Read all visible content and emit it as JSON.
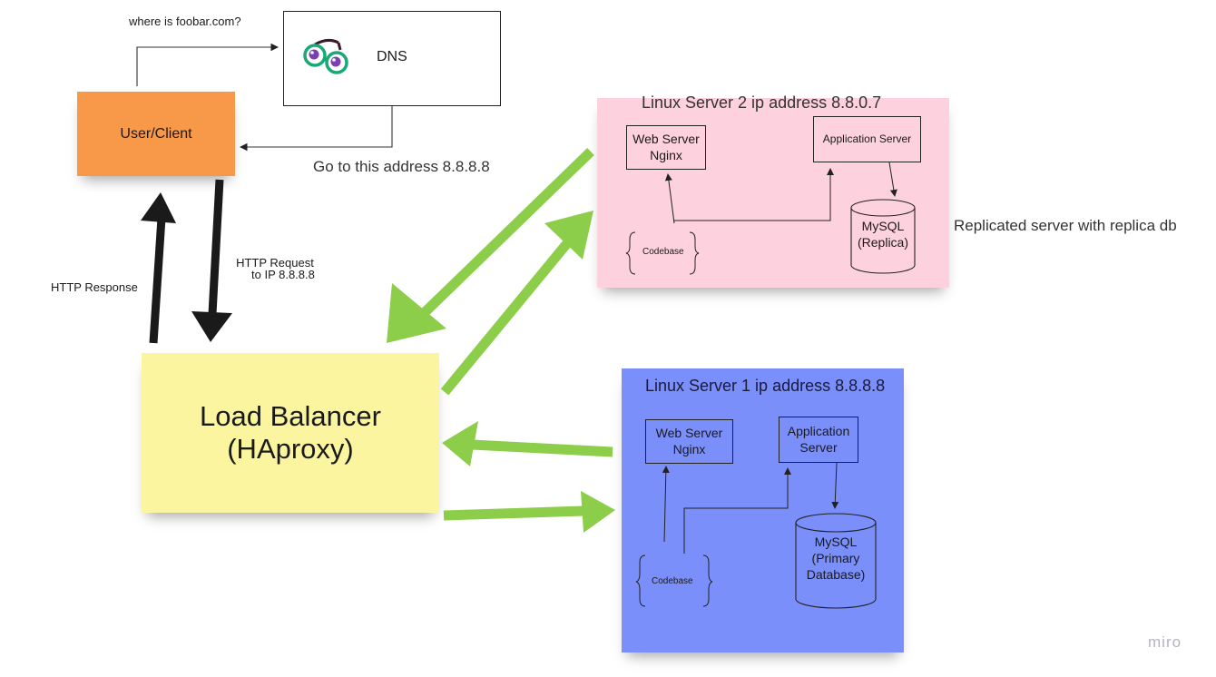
{
  "client": {
    "label": "User/Client"
  },
  "dns": {
    "label": "DNS",
    "icon": "glasses-icon"
  },
  "labels": {
    "where_is": "where is foobar.com?",
    "go_to": "Go to this address 8.8.8.8",
    "http_request_line1": "HTTP Request",
    "http_request_line2": "to IP 8.8.8.8",
    "http_response": "HTTP Response",
    "replicated": "Replicated server with replica db",
    "watermark": "miro"
  },
  "load_balancer": {
    "line1": "Load Balancer",
    "line2": "(HAproxy)"
  },
  "server2": {
    "title": "Linux Server 2 ip address 8.8.0.7",
    "web_line1": "Web Server",
    "web_line2": "Nginx",
    "app": "Application Server",
    "codebase": "Codebase",
    "db_line1": "MySQL",
    "db_line2": "(Replica)"
  },
  "server1": {
    "title": "Linux Server 1 ip address 8.8.8.8",
    "web_line1": "Web Server",
    "web_line2": "Nginx",
    "app_line1": "Application",
    "app_line2": "Server",
    "codebase": "Codebase",
    "db_line1": "MySQL",
    "db_line2": "(Primary",
    "db_line3": "Database)"
  },
  "colors": {
    "client": "#f8994a",
    "load_balancer": "#fbf59f",
    "server2": "#fdd1de",
    "server1": "#7b8ffa",
    "green_arrow": "#8ccd4a",
    "black_arrow": "#1a1a1a"
  }
}
